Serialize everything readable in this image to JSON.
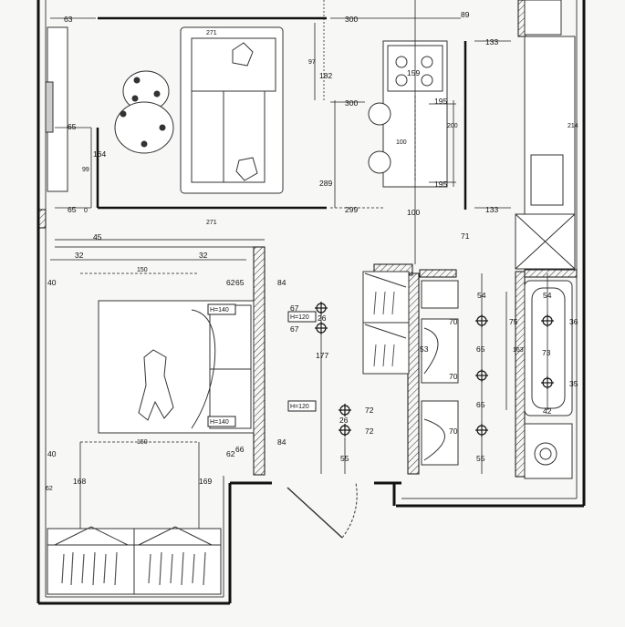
{
  "plan": {
    "dimensions": {
      "living_left_63": "63",
      "top_300": "300",
      "top_89": "89",
      "sofa_271_top": "271",
      "d_97": "97",
      "d_182": "182",
      "d_133_top": "133",
      "d_159": "159",
      "d_300_mid": "300",
      "d_195_top": "195",
      "d_200": "200",
      "d_100_bar": "100",
      "d_195_bot": "195",
      "d_214": "214",
      "d_65_a": "65",
      "d_164": "164",
      "d_99": "99",
      "d_289": "289",
      "d_65_b": "65",
      "d_0": "0",
      "sofa_271_bot": "271",
      "d_299": "299",
      "d_100": "100",
      "d_133_bot": "133",
      "d_45": "45",
      "d_71": "71",
      "d_32_a": "32",
      "d_32_b": "32",
      "d_40_a": "40",
      "d_150_a": "150",
      "d_62_a": "62",
      "d_65_c": "65",
      "d_84_a": "84",
      "d_54_a": "54",
      "d_54_b": "54",
      "d_67_a": "67",
      "d_26_a": "26",
      "d_67_b": "67",
      "d_70_a": "70",
      "d_75": "75",
      "d_36": "36",
      "d_177": "177",
      "d_53": "53",
      "d_65_d": "65",
      "d_163": "163",
      "d_73": "73",
      "d_70_b": "70",
      "d_35": "35",
      "d_65_e": "65",
      "d_42": "42",
      "d_72_a": "72",
      "d_26_b": "26",
      "d_72_b": "72",
      "d_70_c": "70",
      "d_40_b": "40",
      "d_150_b": "150",
      "d_62_b": "62",
      "d_66": "66",
      "d_84_b": "84",
      "d_55_a": "55",
      "d_55_b": "55",
      "d_168": "168",
      "d_169": "169",
      "d_62_c": "62"
    },
    "tags": {
      "h140_top": "H=140",
      "h120_a": "H=120",
      "h140_bot": "H=140",
      "h120_b": "H=120"
    }
  }
}
